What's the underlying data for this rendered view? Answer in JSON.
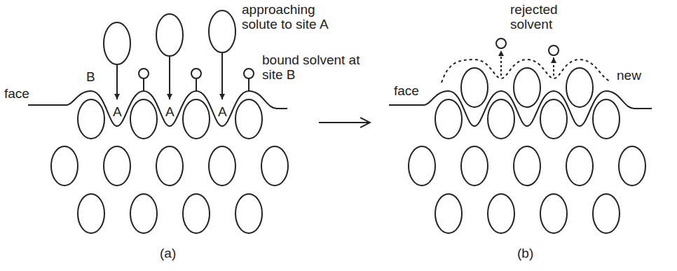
{
  "diagram": {
    "labels": [
      "approaching solute to site A",
      "B",
      "A",
      "A",
      "A",
      "bound solvent at site B",
      "face",
      "(a)",
      "rejected solvent",
      "face",
      "new",
      "(b)"
    ]
  }
}
